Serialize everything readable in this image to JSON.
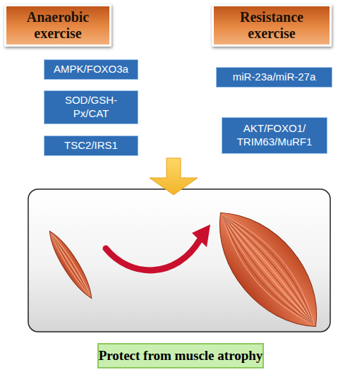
{
  "diagram": {
    "nodes": [
      {
        "text": [
          "Anaerobic exercise"
        ]
      },
      {
        "text": [
          "Resistance exercise"
        ]
      },
      {
        "text": [
          "AMPK/FOXO3a"
        ]
      },
      {
        "text": [
          "SOD/GSH-Px/CAT"
        ]
      },
      {
        "text": [
          "TSC2/IRS1"
        ]
      },
      {
        "text": [
          "miR-23a/miR-27a"
        ]
      },
      {
        "text": [
          "AKT/FOXO1/ TRIM63/MuRF1"
        ]
      },
      {
        "text": [
          "Protect from muscle atrophy"
        ]
      }
    ]
  }
}
